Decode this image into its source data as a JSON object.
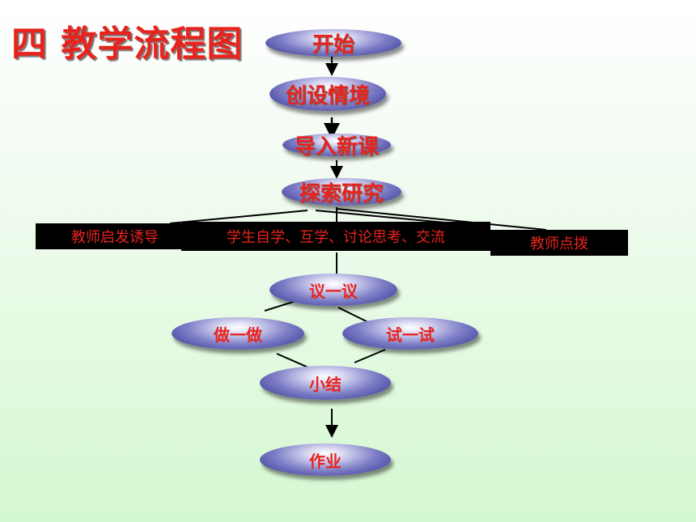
{
  "title": "四 教学流程图",
  "nodes": {
    "start": "开始",
    "create_scene": "创设情境",
    "intro_lesson": "导入新课",
    "explore": "探索研究",
    "discuss": "议一议",
    "do": "做一做",
    "try": "试一试",
    "summary": "小结",
    "homework": "作业"
  },
  "boxes": {
    "teacher_guide": "教师启发诱导",
    "student_activity": "学生自学、互学、讨论思考、交流",
    "teacher_point": "教师点拨"
  },
  "colors": {
    "text_red": "#e8231e",
    "node_dark": "#2f2f8c",
    "node_light": "#dcdcf4",
    "box_bg": "#000000"
  }
}
